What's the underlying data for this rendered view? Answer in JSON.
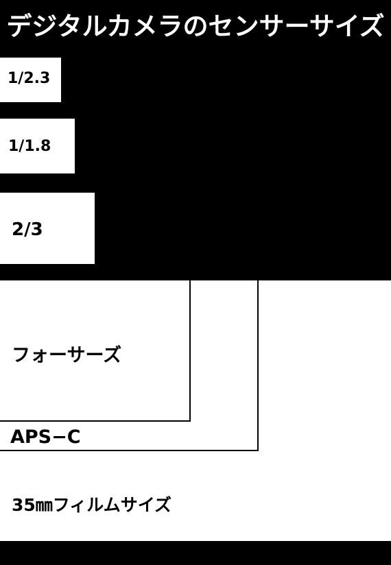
{
  "title": "デジタルカメラのセンサーサイズ",
  "sensors": {
    "s_1_2_3": "1/2.3",
    "s_1_1_8": "1/1.8",
    "s_2_3": "2/3",
    "four_thirds": "フォーサーズ",
    "aps_c": "APS−C",
    "full_frame": "35㎜フィルムサイズ"
  },
  "colors": {
    "background": "#000000",
    "sensor_fill": "#ffffff",
    "outline": "#000000",
    "text": "#000000",
    "title_text": "#ffffff"
  }
}
